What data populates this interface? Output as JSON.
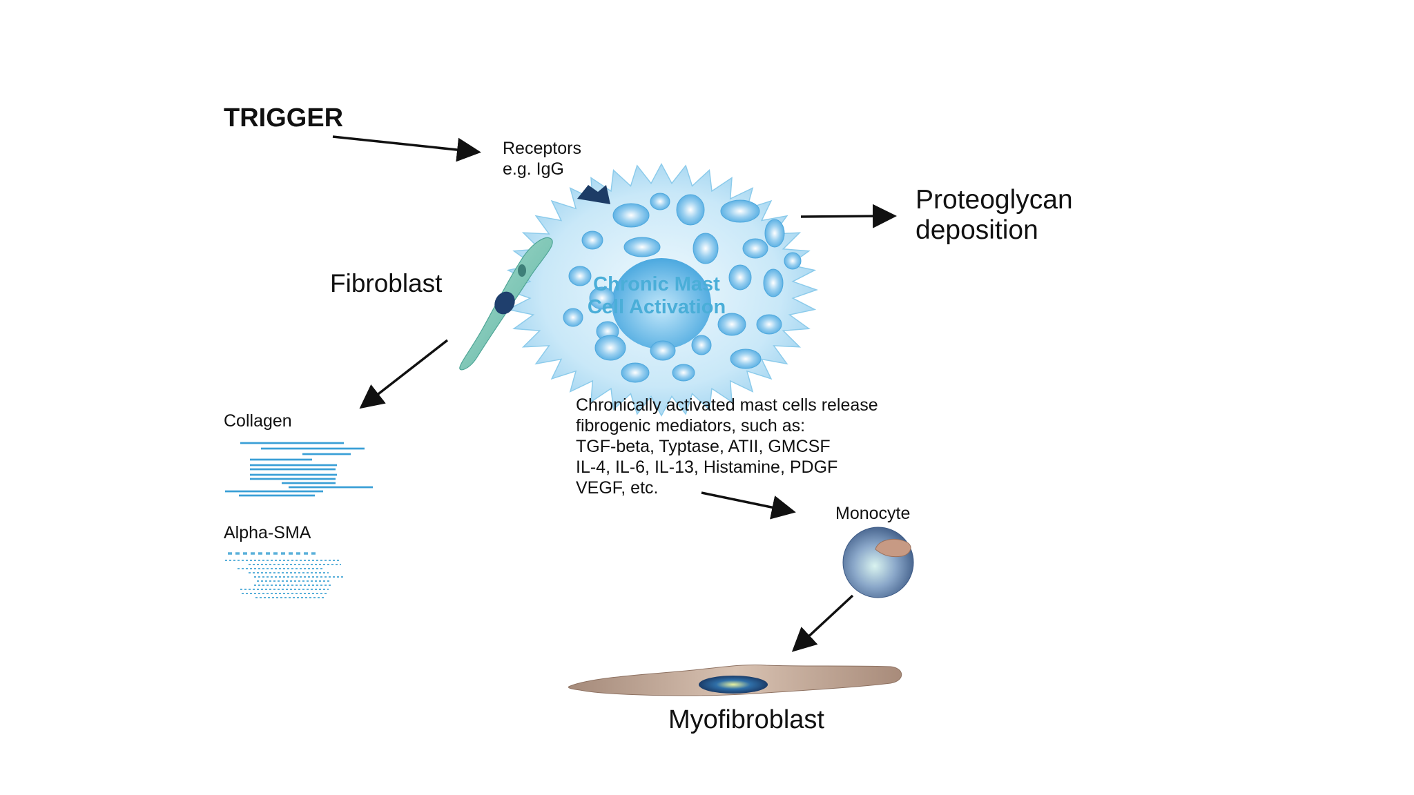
{
  "labels": {
    "trigger": "TRIGGER",
    "receptors": "Receptors\ne.g. IgG",
    "proteoglycan": "Proteoglycan\ndeposition",
    "fibroblast": "Fibroblast",
    "mast_cell": "Chronic Mast\nCell Activation",
    "collagen": "Collagen",
    "alpha_sma": "Alpha-SMA",
    "mediators": "Chronically activated mast cells release\nfibrogenic mediators, such as:\nTGF-beta, Typtase, ATII, GMCSF\nIL-4, IL-6, IL-13, Histamine, PDGF\nVEGF, etc.",
    "monocyte": "Monocyte",
    "myofibroblast": "Myofibroblast"
  },
  "colors": {
    "arrow": "#111111",
    "collagen": "#3a9fd6",
    "alpha_sma": "#5ab0da",
    "mast_cell": "#bfe3f6",
    "mast_text": "#4aaed8",
    "fibroblast": "#7fc8b8",
    "monocyte": "#6f8fb5",
    "myofibroblast": "#b89a8a",
    "receptor": "#1d3c66"
  }
}
